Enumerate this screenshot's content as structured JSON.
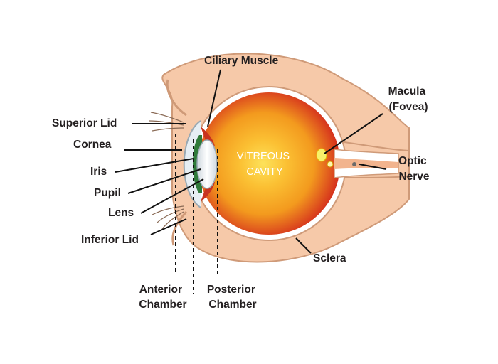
{
  "labels": {
    "ciliary_muscle": "Ciliary Muscle",
    "superior_lid": "Superior Lid",
    "cornea": "Cornea",
    "iris": "Iris",
    "pupil": "Pupil",
    "lens": "Lens",
    "inferior_lid": "Inferior Lid",
    "anterior_chamber": [
      "Anterior",
      "Chamber"
    ],
    "posterior_chamber": [
      "Posterior",
      "Chamber"
    ],
    "macula": [
      "Macula",
      "(Fovea)"
    ],
    "optic_nerve": [
      "Optic",
      "Nerve"
    ],
    "sclera": "Sclera",
    "vitreous_cavity": [
      "VITREOUS",
      "CAVITY"
    ]
  },
  "colors": {
    "skin": "#f6c9a9",
    "skin_outline": "#cf9a78",
    "globe_core": "#fde25a",
    "globe_mid": "#f39a1e",
    "globe_edge": "#d32a1d",
    "iris": "#2f7a3a",
    "lens": "#e8eef3"
  }
}
